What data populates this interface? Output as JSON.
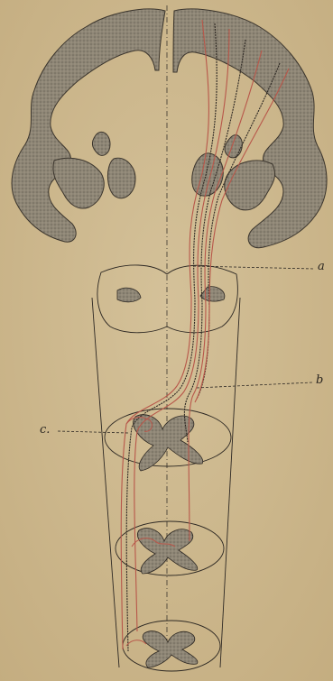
{
  "labels": {
    "a": "a",
    "b": "b",
    "c": "c."
  },
  "colors": {
    "paper": "#cdb98f",
    "ink": "#2d2823",
    "grey_matter": "#8a8273",
    "tract_red": "#b8574a"
  }
}
